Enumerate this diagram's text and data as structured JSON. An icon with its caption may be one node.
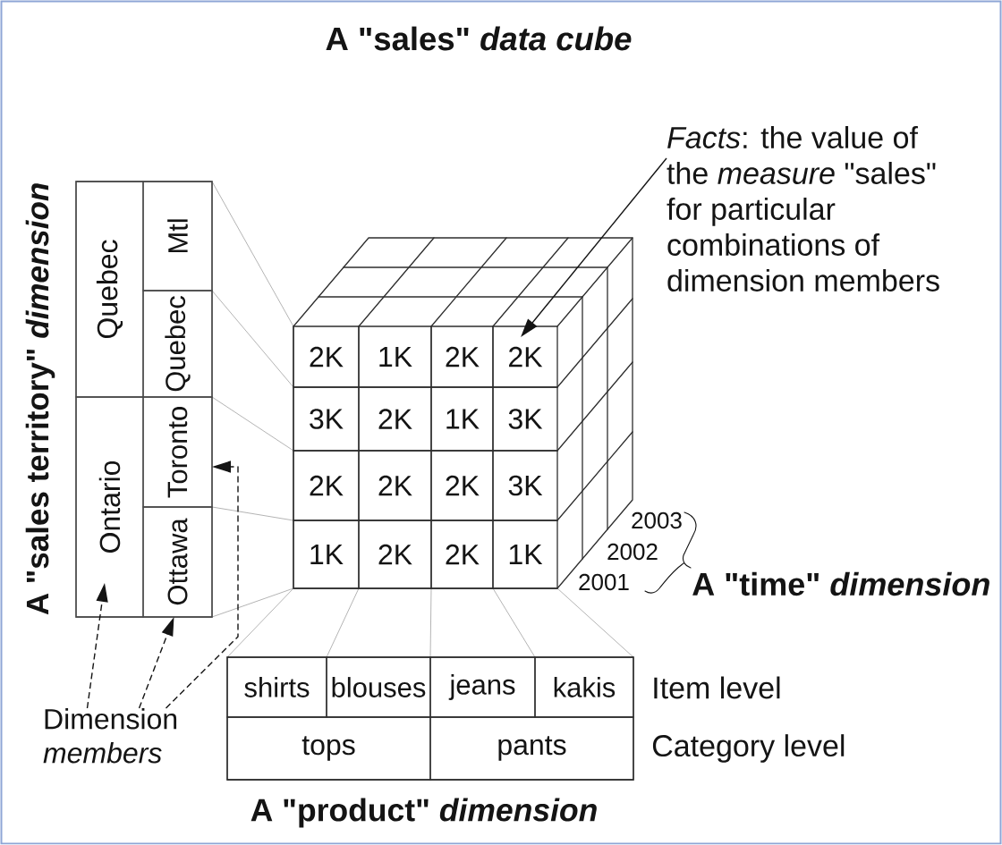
{
  "diagram": {
    "title": "A \"sales\" *data cube*",
    "nodes": [
      {
        "text": [
          "*Facts*: the value of the *measure* \"sales\" for particular combinations of dimension members"
        ]
      },
      {
        "text": [
          "A \"sales territory\" *dimension*"
        ]
      },
      {
        "text": [
          "Quebec"
        ],
        "in": 1
      },
      {
        "text": [
          "Ontario"
        ],
        "in": 1
      },
      {
        "text": [
          "Mtl"
        ],
        "in": 1
      },
      {
        "text": [
          "Quebec"
        ],
        "in": 1
      },
      {
        "text": [
          "Toronto"
        ],
        "in": 1
      },
      {
        "text": [
          "Ottawa"
        ],
        "in": 1
      },
      {
        "text": [],
        "shape": "cube"
      },
      {
        "text": [
          "2K"
        ],
        "in": 8
      },
      {
        "text": [
          "1K"
        ],
        "in": 8
      },
      {
        "text": [
          "2K"
        ],
        "in": 8
      },
      {
        "text": [
          "2K"
        ],
        "in": 8
      },
      {
        "text": [
          "3K"
        ],
        "in": 8
      },
      {
        "text": [
          "2K"
        ],
        "in": 8
      },
      {
        "text": [
          "1K"
        ],
        "in": 8
      },
      {
        "text": [
          "3K"
        ],
        "in": 8
      },
      {
        "text": [
          "2K"
        ],
        "in": 8
      },
      {
        "text": [
          "2K"
        ],
        "in": 8
      },
      {
        "text": [
          "2K"
        ],
        "in": 8
      },
      {
        "text": [
          "3K"
        ],
        "in": 8
      },
      {
        "text": [
          "1K"
        ],
        "in": 8
      },
      {
        "text": [
          "2K"
        ],
        "in": 8
      },
      {
        "text": [
          "2K"
        ],
        "in": 8
      },
      {
        "text": [
          "1K"
        ],
        "in": 8
      },
      {
        "text": [
          "Dimension *members*"
        ]
      },
      {
        "text": [
          "A \"product\" *dimension*"
        ],
        "beside": [
          "Item level",
          "Category level"
        ]
      },
      {
        "text": [
          "shirts"
        ],
        "in": 26
      },
      {
        "text": [
          "blouses"
        ],
        "in": 26
      },
      {
        "text": [
          "jeans"
        ],
        "in": 26
      },
      {
        "text": [
          "kakis"
        ],
        "in": 26
      },
      {
        "text": [
          "tops"
        ],
        "in": 26
      },
      {
        "text": [
          "pants"
        ],
        "in": 26
      }
    ],
    "edges": [
      {
        "from": 0,
        "to": 12,
        "arrow": "to"
      },
      {
        "from": 25,
        "to": 3,
        "arrow": "to",
        "style": "dashed"
      },
      {
        "from": 25,
        "to": 6,
        "arrow": "to",
        "style": "dashed"
      },
      {
        "from": 25,
        "to": 7,
        "arrow": "to",
        "style": "dashed"
      }
    ],
    "labels": [
      "2003",
      "2002",
      "2001",
      "A \"time\" *dimension*"
    ]
  }
}
